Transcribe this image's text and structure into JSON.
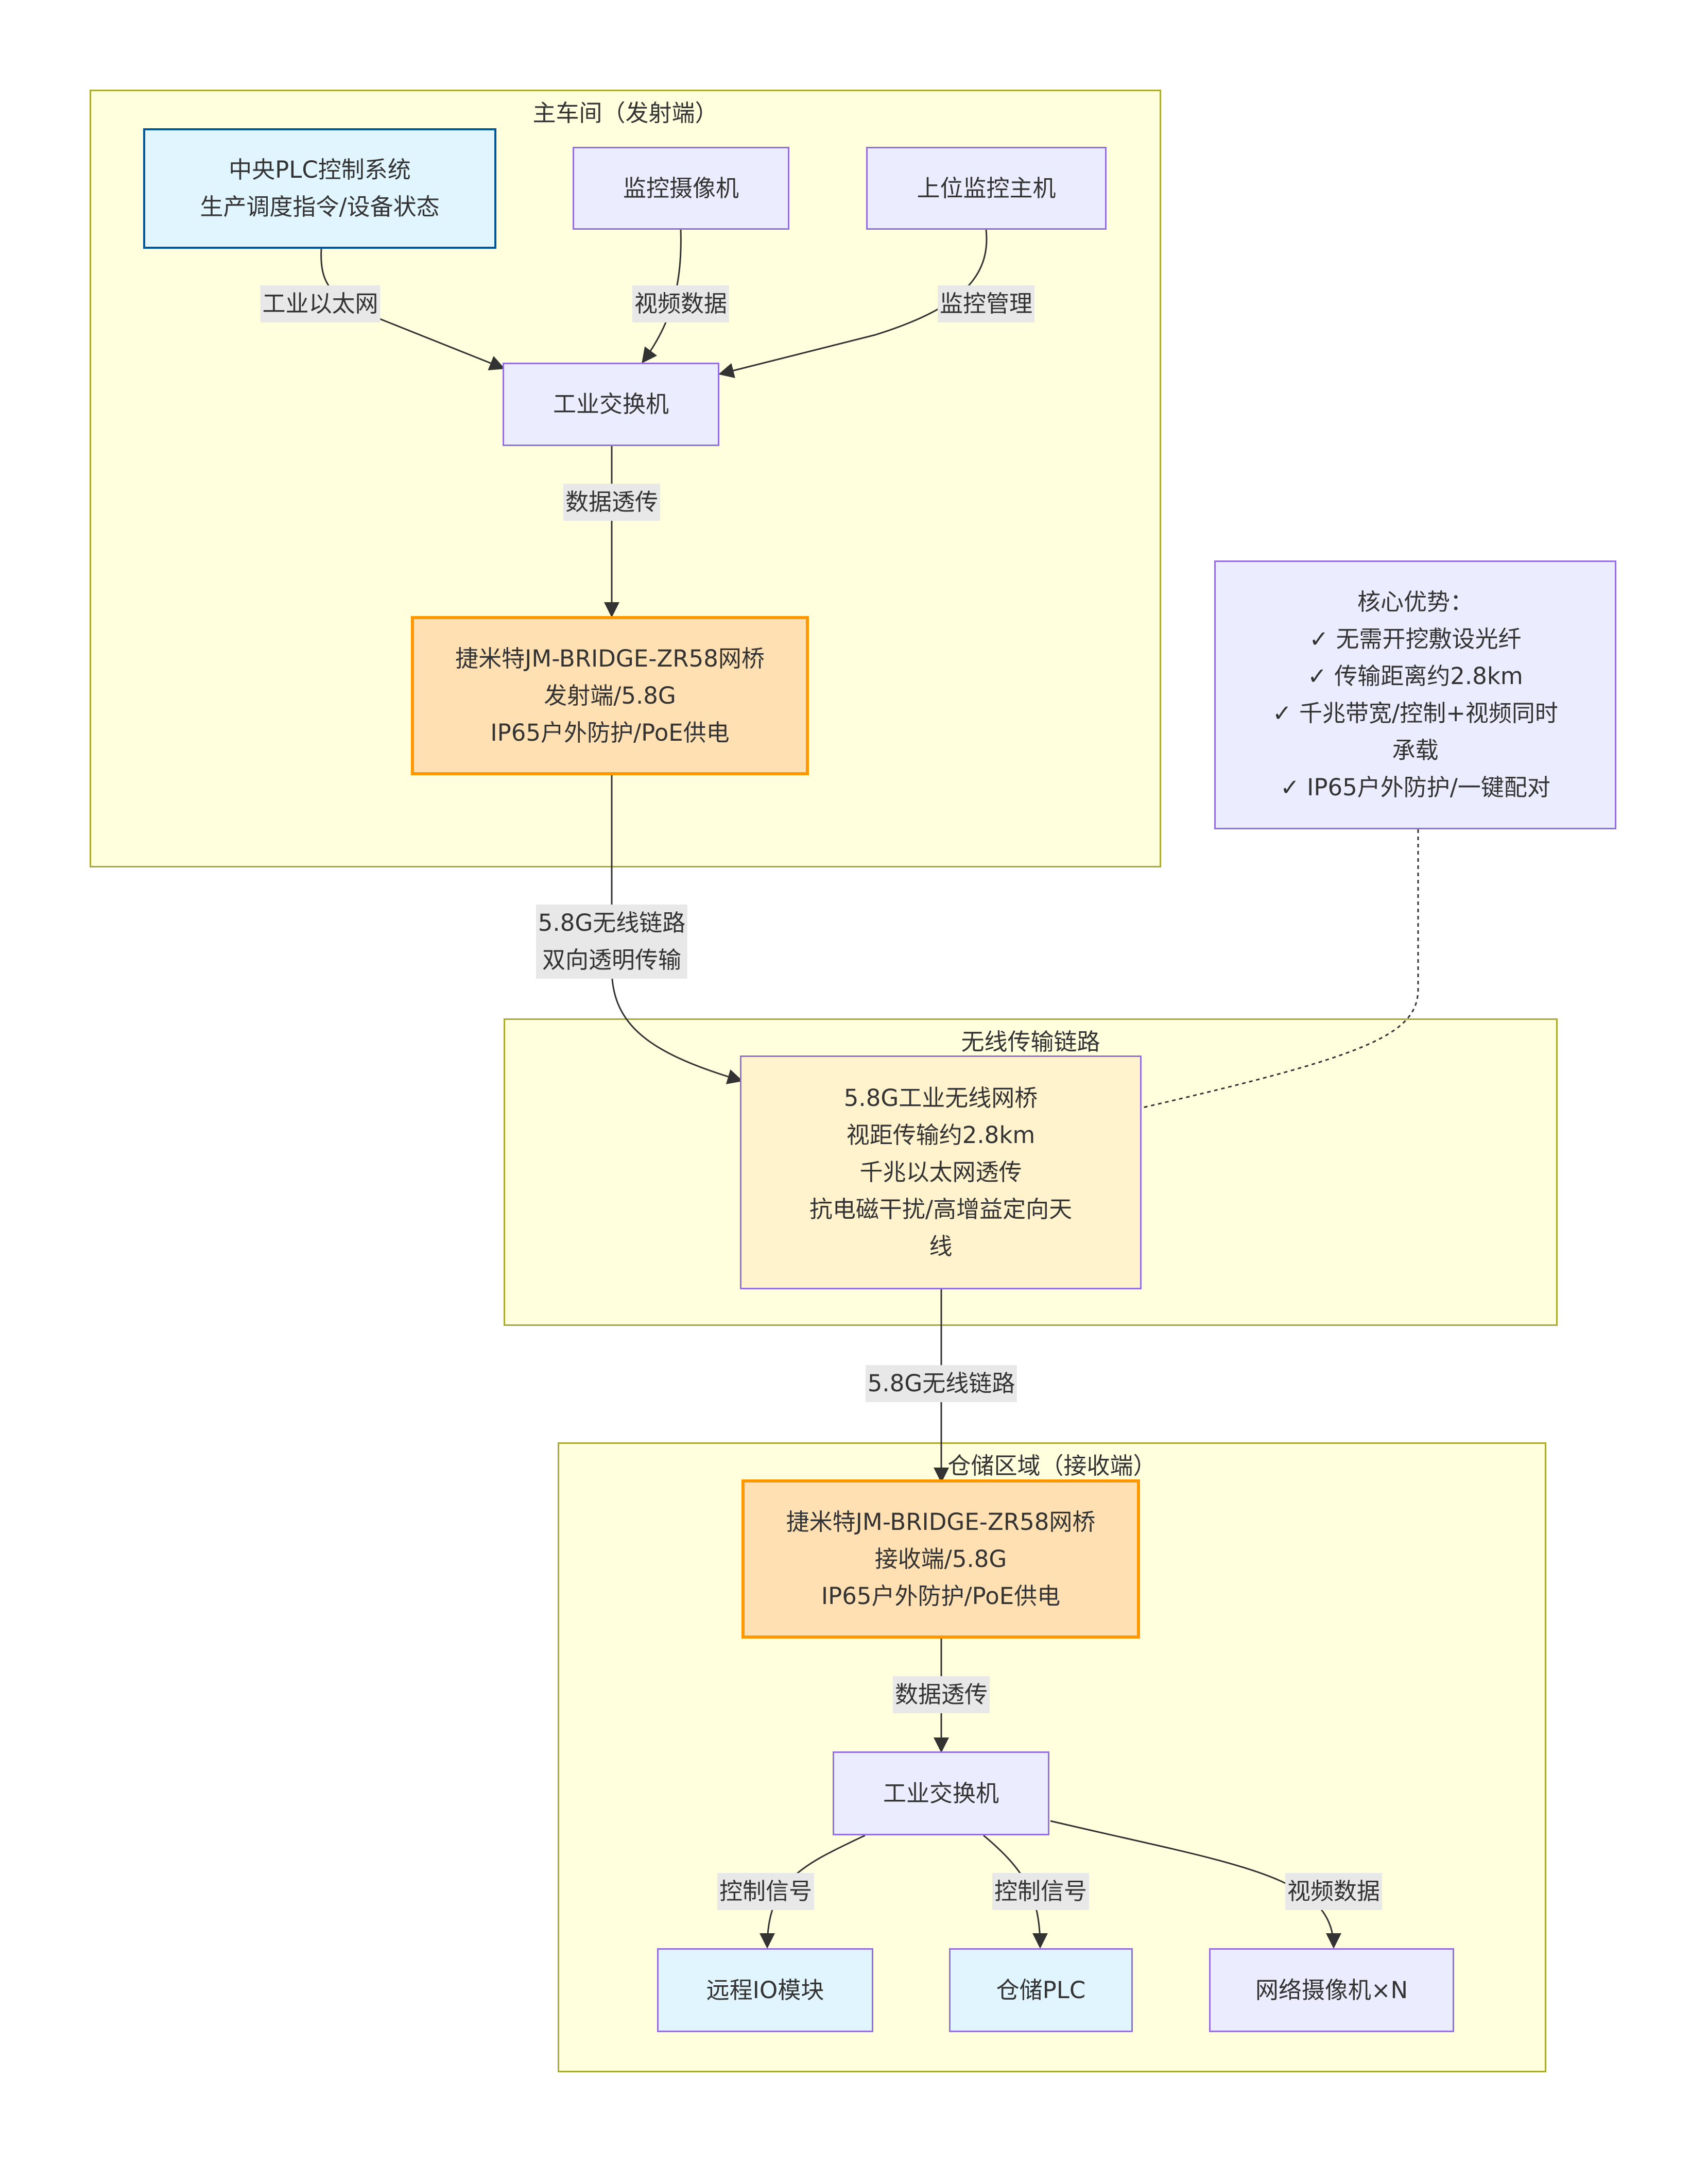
{
  "groups": {
    "main_workshop": "主车间（发射端）",
    "wireless_link": "无线传输链路",
    "warehouse": "仓储区域（接收端）"
  },
  "nodes": {
    "central_plc": [
      "中央PLC控制系统",
      "生产调度指令/设备状态"
    ],
    "monitor_camera": "监控摄像机",
    "host_monitor": "上位监控主机",
    "switch_top": "工业交换机",
    "bridge_tx": [
      "捷米特JM-BRIDGE-ZR58网桥",
      "发射端/5.8G",
      "IP65户外防护/PoE供电"
    ],
    "advantages": [
      "核心优势：",
      "✓ 无需开挖敷设光纤",
      "✓ 传输距离约2.8km",
      "✓ 千兆带宽/控制+视频同时",
      "承载",
      "✓ IP65户外防护/一键配对"
    ],
    "wireless_bridge": [
      "5.8G工业无线网桥",
      "视距传输约2.8km",
      "千兆以太网透传",
      "抗电磁干扰/高增益定向天",
      "线"
    ],
    "bridge_rx": [
      "捷米特JM-BRIDGE-ZR58网桥",
      "接收端/5.8G",
      "IP65户外防护/PoE供电"
    ],
    "switch_bottom": "工业交换机",
    "remote_io": "远程IO模块",
    "warehouse_plc": "仓储PLC",
    "network_cameras": "网络摄像机×N"
  },
  "edge_labels": {
    "plc_to_switch": "工业以太网",
    "camera_to_switch": "视频数据",
    "host_to_switch": "监控管理",
    "switch_to_bridge": "数据透传",
    "bridge_to_link": [
      "5.8G无线链路",
      "双向透明传输"
    ],
    "link_to_rx": "5.8G无线链路",
    "rx_to_switch": "数据透传",
    "switch_to_io": "控制信号",
    "switch_to_plc": "控制信号",
    "switch_to_cameras": "视频数据"
  },
  "colors": {
    "group_fill": "#ffffde",
    "group_border": "#aaaa33",
    "node_fill": "#ececff",
    "node_border": "#9370db",
    "plc_fill": "#e1f5fe",
    "plc_border": "#01579b",
    "bridge_fill": "#ffe0b2",
    "bridge_border": "#ff9800",
    "link_fill": "#fff3cd",
    "edge": "#333333",
    "label_bg": "#e8e8e8"
  }
}
